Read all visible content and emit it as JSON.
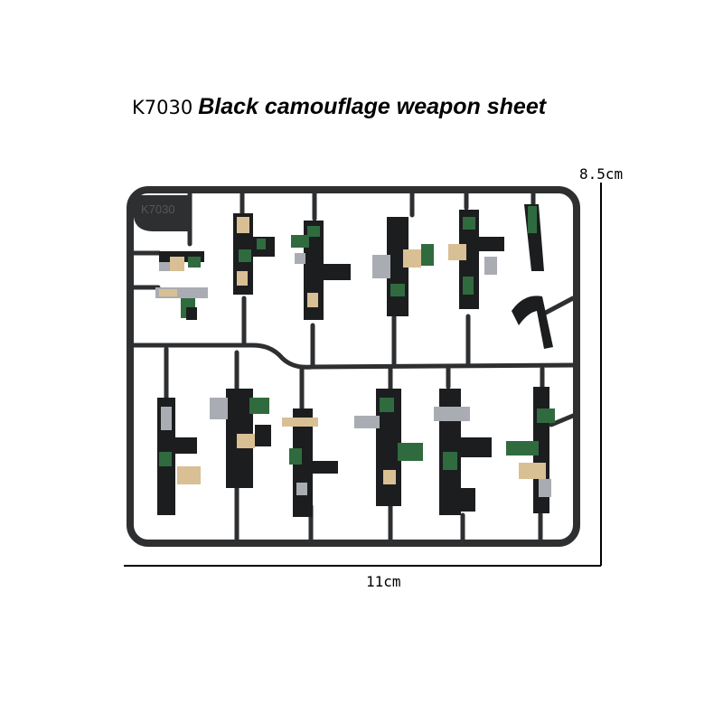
{
  "title": {
    "code": "K7030",
    "name": "Black camouflage weapon sheet"
  },
  "dimensions": {
    "height_label": "8.5cm",
    "width_label": "11cm"
  },
  "sprue": {
    "embossed_code": "K7030"
  },
  "colors": {
    "sprue": "#2e2f31",
    "camo_black": "#1c1d1f",
    "camo_green": "#2f6b3f",
    "camo_tan": "#d9bf94",
    "camo_gray": "#a9adb3"
  }
}
